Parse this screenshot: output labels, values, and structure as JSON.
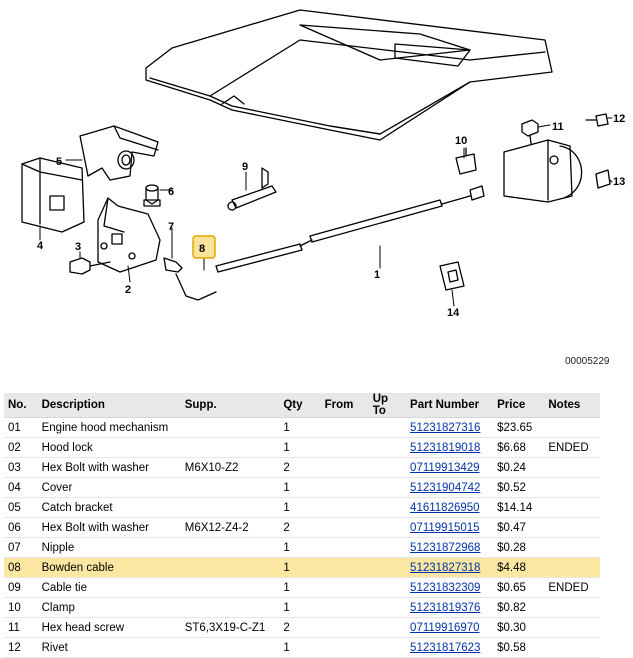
{
  "diagram": {
    "id": "00005229",
    "callouts": [
      "1",
      "2",
      "3",
      "4",
      "5",
      "6",
      "7",
      "8",
      "9",
      "10",
      "11",
      "12",
      "13",
      "14"
    ],
    "highlight_callout": "8"
  },
  "table": {
    "headers": {
      "no": "No.",
      "description": "Description",
      "supp": "Supp.",
      "qty": "Qty",
      "from": "From",
      "to": "Up To",
      "part_number": "Part Number",
      "price": "Price",
      "notes": "Notes"
    },
    "rows": [
      {
        "no": "01",
        "description": "Engine hood mechanism",
        "supp": "",
        "qty": "1",
        "from": "",
        "to": "",
        "part_number": "51231827316",
        "price": "$23.65",
        "notes": ""
      },
      {
        "no": "02",
        "description": "Hood lock",
        "supp": "",
        "qty": "1",
        "from": "",
        "to": "",
        "part_number": "51231819018",
        "price": "$6.68",
        "notes": "ENDED"
      },
      {
        "no": "03",
        "description": "Hex Bolt with washer",
        "supp": "M6X10-Z2",
        "qty": "2",
        "from": "",
        "to": "",
        "part_number": "07119913429",
        "price": "$0.24",
        "notes": ""
      },
      {
        "no": "04",
        "description": "Cover",
        "supp": "",
        "qty": "1",
        "from": "",
        "to": "",
        "part_number": "51231904742",
        "price": "$0.52",
        "notes": ""
      },
      {
        "no": "05",
        "description": "Catch bracket",
        "supp": "",
        "qty": "1",
        "from": "",
        "to": "",
        "part_number": "41611826950",
        "price": "$14.14",
        "notes": ""
      },
      {
        "no": "06",
        "description": "Hex Bolt with washer",
        "supp": "M6X12-Z4-2",
        "qty": "2",
        "from": "",
        "to": "",
        "part_number": "07119915015",
        "price": "$0.47",
        "notes": ""
      },
      {
        "no": "07",
        "description": "Nipple",
        "supp": "",
        "qty": "1",
        "from": "",
        "to": "",
        "part_number": "51231872968",
        "price": "$0.28",
        "notes": ""
      },
      {
        "no": "08",
        "description": "Bowden cable",
        "supp": "",
        "qty": "1",
        "from": "",
        "to": "",
        "part_number": "51231827318",
        "price": "$4.48",
        "notes": "",
        "highlight": true
      },
      {
        "no": "09",
        "description": "Cable tie",
        "supp": "",
        "qty": "1",
        "from": "",
        "to": "",
        "part_number": "51231832309",
        "price": "$0.65",
        "notes": "ENDED"
      },
      {
        "no": "10",
        "description": "Clamp",
        "supp": "",
        "qty": "1",
        "from": "",
        "to": "",
        "part_number": "51231819376",
        "price": "$0.82",
        "notes": ""
      },
      {
        "no": "11",
        "description": "Hex head screw",
        "supp": "ST6,3X19-C-Z1",
        "qty": "2",
        "from": "",
        "to": "",
        "part_number": "07119916970",
        "price": "$0.30",
        "notes": ""
      },
      {
        "no": "12",
        "description": "Rivet",
        "supp": "",
        "qty": "1",
        "from": "",
        "to": "",
        "part_number": "51231817623",
        "price": "$0.58",
        "notes": ""
      }
    ]
  }
}
